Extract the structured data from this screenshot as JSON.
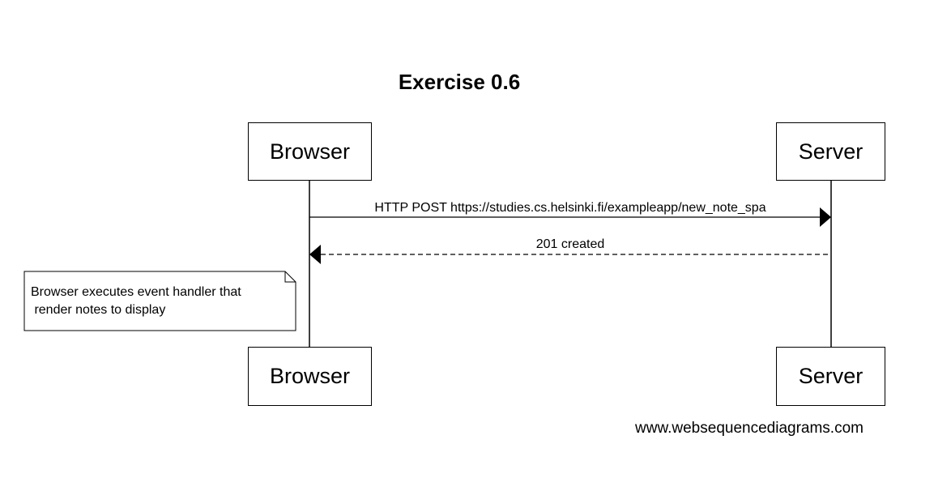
{
  "title": "Exercise 0.6",
  "participants": [
    {
      "id": "browser",
      "name": "Browser"
    },
    {
      "id": "server",
      "name": "Server"
    }
  ],
  "messages": [
    {
      "from": "browser",
      "to": "server",
      "label": "HTTP POST https://studies.cs.helsinki.fi/exampleapp/new_note_spa",
      "style": "solid"
    },
    {
      "from": "server",
      "to": "browser",
      "label": "201 created",
      "style": "dashed"
    }
  ],
  "note": {
    "attached_to": "browser",
    "position": "left",
    "text": "Browser executes event handler that\n render notes to display"
  },
  "credit": "www.websequencediagrams.com"
}
